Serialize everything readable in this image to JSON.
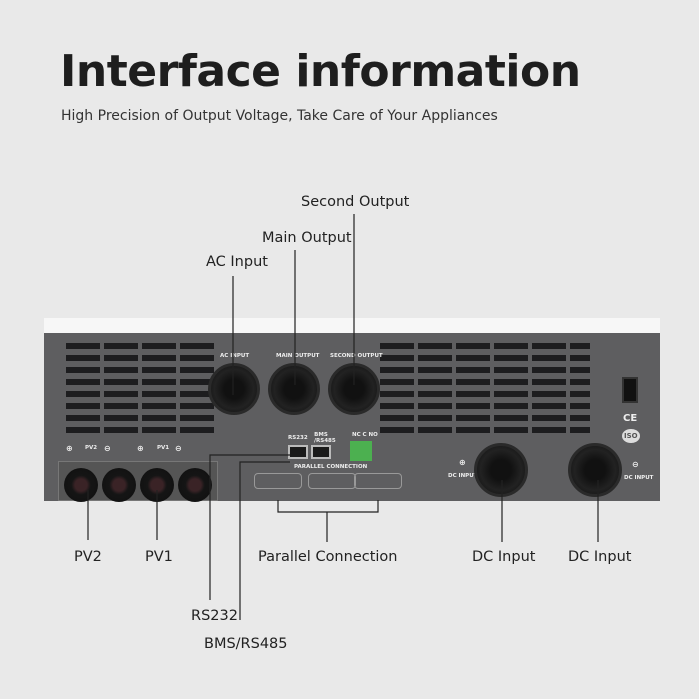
{
  "header": {
    "title": "Interface information",
    "subtitle": "High Precision of Output Voltage, Take Care of Your Appliances"
  },
  "callouts": {
    "second_output": "Second Output",
    "main_output": "Main Output",
    "ac_input": "AC Input",
    "pv2": "PV2",
    "pv1": "PV1",
    "parallel": "Parallel Connection",
    "dc_input_1": "DC Input",
    "dc_input_2": "DC Input",
    "rs232": "RS232",
    "bms": "BMS/RS485"
  },
  "device": {
    "ac_input": "AC INPUT",
    "main_output": "MAIN OUTPUT",
    "second_output": "SECOND OUTPUT",
    "rs232": "RS232",
    "bms": "BMS /RS485",
    "relay": "NC C NO",
    "parallel": "PARALLEL CONNECTION",
    "pv2": "PV2",
    "pv1": "PV1",
    "dc_input_pos": "DC INPUT",
    "dc_input_neg": "DC INPUT",
    "plus": "⊕",
    "minus": "⊖",
    "ce": "CE",
    "iso": "ISO"
  },
  "colors": {
    "panel": "#5e5e60",
    "background": "#e9e9e9",
    "relay": "#4cb050"
  }
}
